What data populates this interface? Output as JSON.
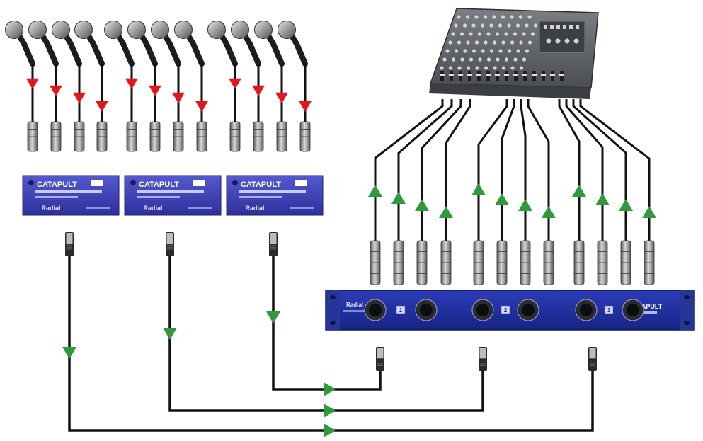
{
  "diagram": {
    "stagebox_brand": "CATAPULT",
    "stagebox_maker": "Radial",
    "rack_brand": "CATAPULT",
    "rack_maker": "Radial",
    "rack_channel_badges": [
      "1",
      "2",
      "3"
    ],
    "colors": {
      "mic_arrow": "#e8141b",
      "return_arrow": "#2e9a3a",
      "box_blue": "#3a3fb8",
      "rack_blue": "#1f2f9e",
      "cable": "#111111",
      "mixer": "#5b5f63"
    },
    "icons": {
      "microphone": "microphone-icon",
      "xlr": "xlr-connector-icon",
      "rj45": "rj45-connector-icon",
      "mixer": "mixing-console-icon"
    }
  }
}
